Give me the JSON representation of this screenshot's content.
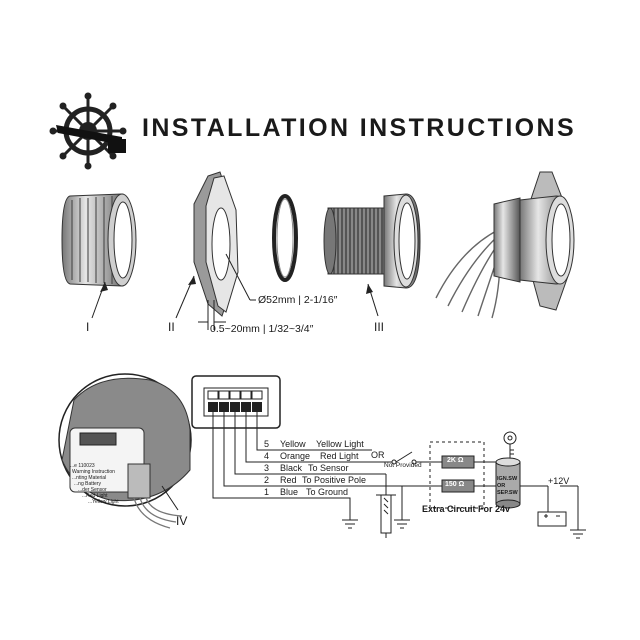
{
  "header": {
    "title": "INSTALLATION INSTRUCTIONS"
  },
  "parts": {
    "part1": "I",
    "part2": "II",
    "part3": "III",
    "part4": "IV"
  },
  "dimensions": {
    "diameter": "Ø52mm | 2-1/16″",
    "thickness": "0.5~20mm | 1/32~3/4″"
  },
  "wires": [
    {
      "num": "5",
      "color": "Yellow",
      "function": "Yellow Light"
    },
    {
      "num": "4",
      "color": "Orange",
      "function": "Red Light"
    },
    {
      "num": "3",
      "color": "Black",
      "function": "To Sensor"
    },
    {
      "num": "2",
      "color": "Red",
      "function": "To Positive Pole"
    },
    {
      "num": "1",
      "color": "Blue",
      "function": "To Ground"
    }
  ],
  "circuit": {
    "or": "OR",
    "not_provided": "Not  Provided",
    "resistor1": "2K Ω",
    "resistor2": "150 Ω",
    "ign": "IGN.SW\nOR\nSEP.SW",
    "supply": "+12V",
    "extra": "Extra Circuit For 24v"
  },
  "gauge_label": {
    "line1": "...e 110023",
    "line2": "Warning Instruction",
    "line3": "...nting Material",
    "line4": "...ng  Battery",
    "line5": "...der  Sensor",
    "line6": "...Red Light",
    "line7": "...Yellow Light"
  }
}
